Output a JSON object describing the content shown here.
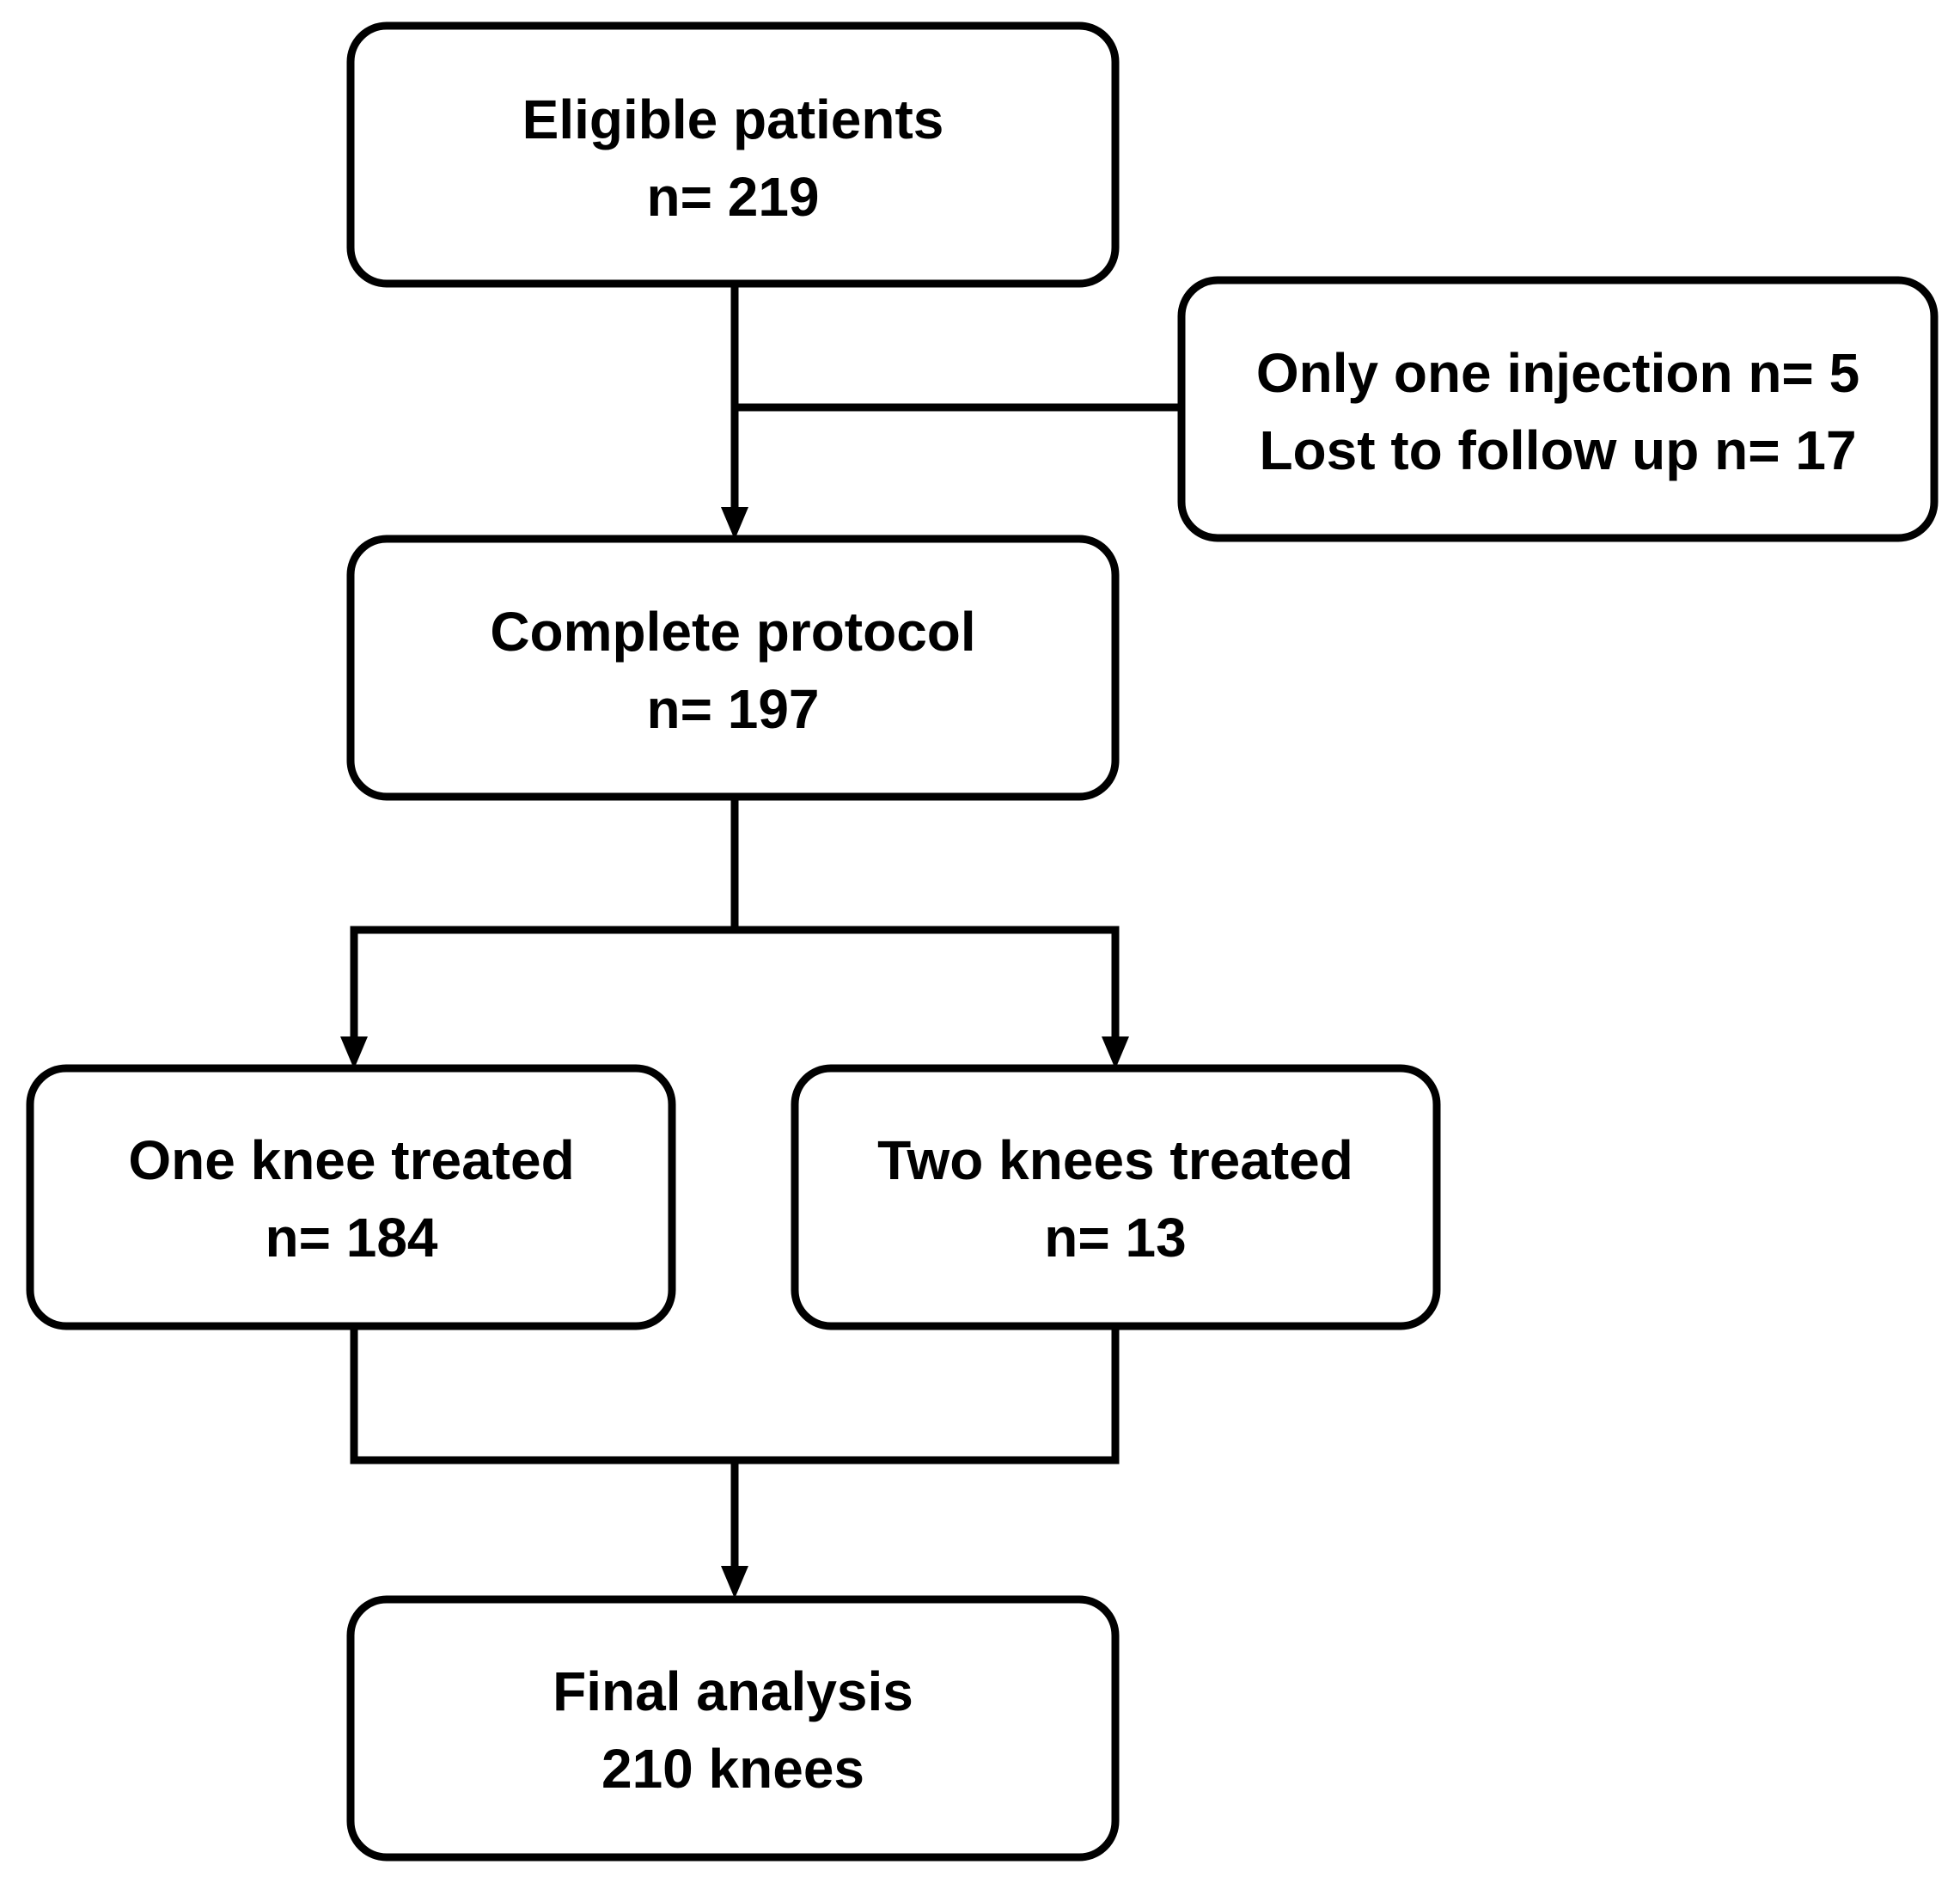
{
  "flowchart": {
    "eligible": {
      "title": "Eligible patients",
      "count": "n= 219"
    },
    "excluded": {
      "line1": "Only one injection n= 5",
      "line2": "Lost to follow up n= 17"
    },
    "complete": {
      "title": "Complete protocol",
      "count": "n= 197"
    },
    "one_knee": {
      "title": "One knee treated",
      "count": "n= 184"
    },
    "two_knees": {
      "title": "Two knees treated",
      "count": "n= 13"
    },
    "final": {
      "title": "Final analysis",
      "count": "210 knees"
    }
  },
  "colors": {
    "stroke": "#000000",
    "background": "#ffffff",
    "text": "#000000"
  }
}
